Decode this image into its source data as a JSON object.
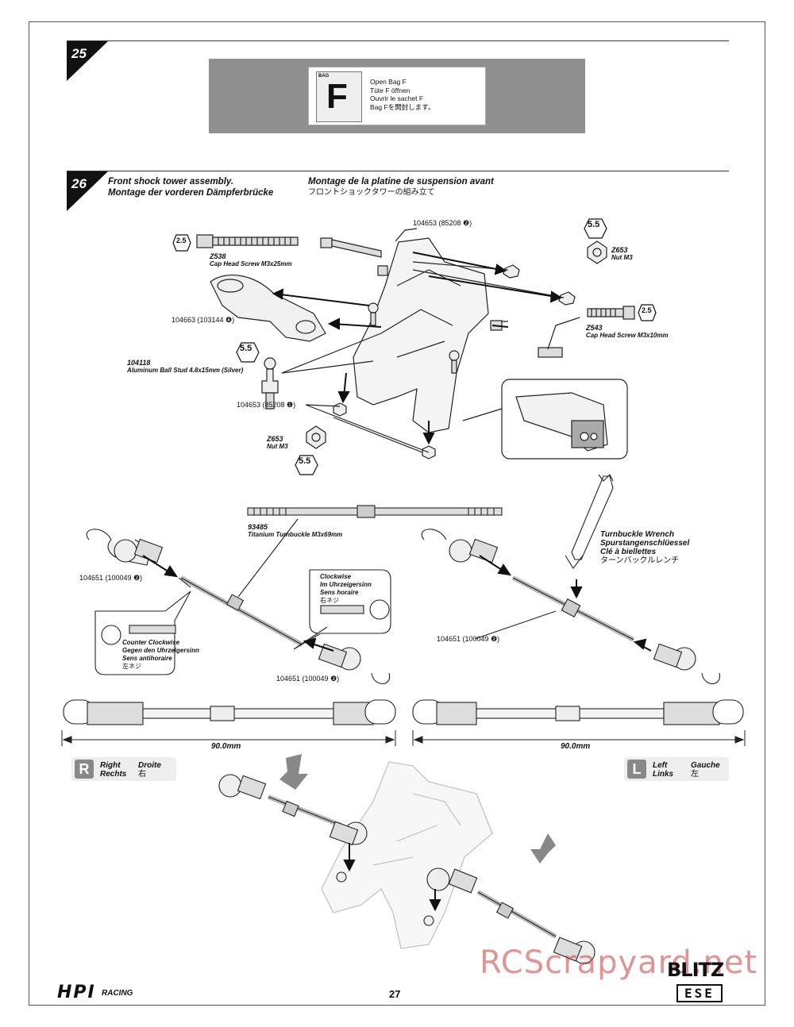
{
  "steps": {
    "s25": {
      "number": "25"
    },
    "s26": {
      "number": "26"
    }
  },
  "bag": {
    "tag": "BAG",
    "letter": "F",
    "lines": [
      "Open Bag F",
      "Tüte F öffnen",
      "Ouvrir le sachet F",
      "Bag Fを開封します。"
    ]
  },
  "title26": {
    "en": "Front shock tower assembly.",
    "de": "Montage der vorderen Dämpferbrücke",
    "fr": "Montage de la platine de suspension avant",
    "jp": "フロントショックタワーの組み立て"
  },
  "parts": {
    "z538_code": "Z538",
    "z538_desc": "Cap Head Screw M3x25mm",
    "z653_code": "Z653",
    "z653_desc": "Nut M3",
    "z543_code": "Z543",
    "z543_desc": "Cap Head Screw M3x10mm",
    "p104663": "104663 (103144 ❹)",
    "p104653_top": "104653 (85208 ❷)",
    "p104653_low": "104653 (85208 ❶)",
    "p104118_code": "104118",
    "p104118_desc": "Aluminum Ball Stud 4.8x15mm (Silver)",
    "p93485_code": "93485",
    "p93485_desc": "Titanium Turnbuckle M3x69mm",
    "p104651": "104651 (100049 ❷)",
    "z653b_code": "Z653",
    "z653b_desc": "Nut M3"
  },
  "tools": {
    "hex25": "2.5",
    "hex55": "5.5",
    "mm": "mm"
  },
  "wrench": {
    "lines": [
      "Turnbuckle Wrench",
      "Spurstangenschlüessel",
      "Clé à biellettes",
      "ターンバックルレンチ"
    ]
  },
  "clockwise": {
    "lines": [
      "Clockwise",
      "Im Uhrzeigersinn",
      "Sens horaire",
      "右ネジ"
    ]
  },
  "counter": {
    "lines": [
      "Counter Clockwise",
      "Gegen den Uhrzeigersinn",
      "Sens antihoraire",
      "左ネジ"
    ]
  },
  "dims": {
    "left": "90.0mm",
    "right": "90.0mm"
  },
  "right_badge": {
    "letter": "R",
    "en": "Right",
    "de": "Rechts",
    "fr": "Droite",
    "jp": "右"
  },
  "left_badge": {
    "letter": "L",
    "en": "Left",
    "de": "Links",
    "fr": "Gauche",
    "jp": "左"
  },
  "footer": {
    "page": "27",
    "brand": "HPI",
    "brand_sub": "RACING",
    "model": "BLITZ",
    "model_sub": "ESE",
    "watermark": "RCScrapyard.net"
  }
}
